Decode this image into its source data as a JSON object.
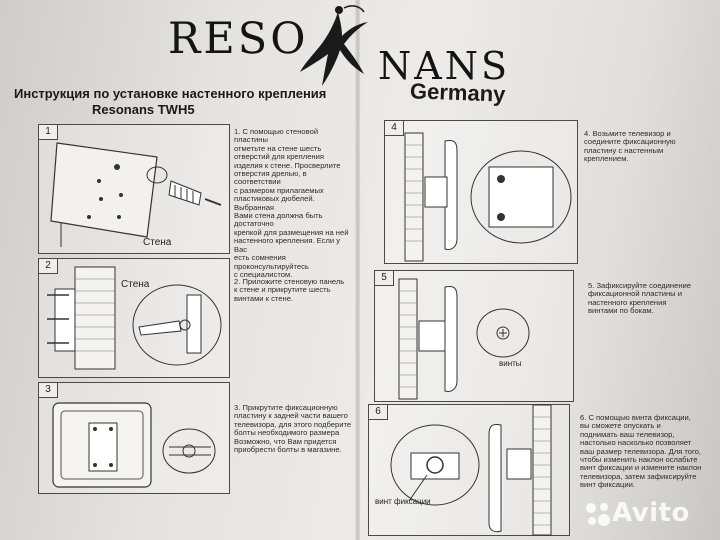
{
  "brand": {
    "left": "RESO",
    "right": "NANS",
    "subtitle": "Germany"
  },
  "header": {
    "title": "Инструкция по установке настенного крепления",
    "model": "Resonans TWH5"
  },
  "steps": [
    {
      "number": "1",
      "text": "1. С помощью стеновой пластины\nотметьте на стене шесть\nотверстий для крепления\nизделия к стене. Просверлите\nотверстия дрелью, в соответствии\nс размером прилагаемых\nпластиковых дюбелей. Выбранная\nВами стена должна быть достаточно\nкрепкой для размещения на ней\nнастенного крепления. Если у Вас\nесть сомнения проконсультируйтесь\nс специалистом.",
      "label": "Стена"
    },
    {
      "number": "2",
      "text": "2. Приложите стеновую панель\nк стене и прикрутите шесть\nвинтами к стене.",
      "label": "Стена"
    },
    {
      "number": "3",
      "text": "3. Прикрутите фиксационную\nпластину к задней части вашего\nтелевизора, для этого подберите\nболты необходимого размера\nВозможно, что Вам придется\nприобрести болты в магазине."
    },
    {
      "number": "4",
      "text": "4. Возьмите телевизор и\nсоедините фиксационную\nпластину с настенным\nкреплением."
    },
    {
      "number": "5",
      "text": "5. Зафиксируйте соединение\nфиксационной пластины и\nнастенного крепления\nвинтами по бокам.",
      "label": "винты"
    },
    {
      "number": "6",
      "text": "6. С помощью винта фиксации,\nвы сможете опускать и\nподнимать ваш телевизор,\nнастолько насколько позволяет\nваш размер телевизора. Для того,\nчтобы изменить наклон ослабьте\nвинт фиксации и измените наклон\nтелевизора, затем зафиксируйте\nвинт фиксации.",
      "label": "винт фиксации"
    }
  ],
  "watermark": "Avito",
  "colors": {
    "paper": "#ecebe8",
    "ink": "#1a1a1a",
    "watermark": "#ffffff"
  }
}
